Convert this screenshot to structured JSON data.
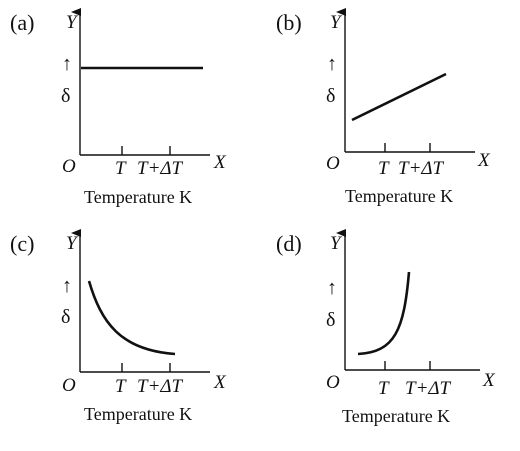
{
  "panels": [
    {
      "id": "a",
      "label": "(a)",
      "y_axis": "Y",
      "x_axis": "X",
      "origin": "O",
      "delta_symbol": "δ",
      "up_arrow": "↑",
      "tick1": "T",
      "tick2": "T+ΔT",
      "x_title": "Temperature K",
      "shape": "constant"
    },
    {
      "id": "b",
      "label": "(b)",
      "y_axis": "Y",
      "x_axis": "X",
      "origin": "O",
      "delta_symbol": "δ",
      "up_arrow": "↑",
      "tick1": "T",
      "tick2": "T+ΔT",
      "x_title": "Temperature K",
      "shape": "linear increasing"
    },
    {
      "id": "c",
      "label": "(c)",
      "y_axis": "Y",
      "x_axis": "X",
      "origin": "O",
      "delta_symbol": "δ",
      "up_arrow": "↑",
      "tick1": "T",
      "tick2": "T+ΔT",
      "x_title": "Temperature K",
      "shape": "decreasing curve"
    },
    {
      "id": "d",
      "label": "(d)",
      "y_axis": "Y",
      "x_axis": "X",
      "origin": "O",
      "delta_symbol": "δ",
      "up_arrow": "↑",
      "tick1": "T",
      "tick2": "T+ΔT",
      "x_title": "Temperature K",
      "shape": "increasing curve"
    }
  ]
}
